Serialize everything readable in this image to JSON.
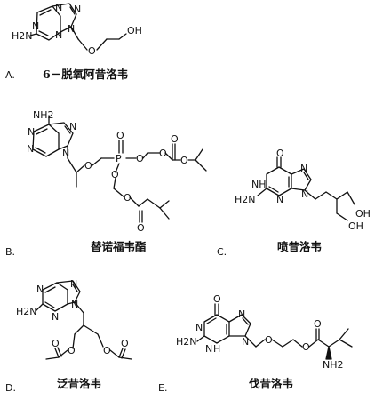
{
  "options": [
    {
      "letter": "A.",
      "name": "6－脱氧阿昔洛韦"
    },
    {
      "letter": "B.",
      "name": "替诺福韦酯"
    },
    {
      "letter": "C.",
      "name": "喷昔洛韦"
    },
    {
      "letter": "D.",
      "name": "泛昔洛韦"
    },
    {
      "letter": "E.",
      "name": "伐昔洛韦"
    }
  ],
  "atoms": {
    "N": "N",
    "NH": "NH",
    "H2N": "H2N",
    "NH2": "NH2",
    "OH": "OH",
    "O": "O",
    "P": "P",
    "H": "H"
  }
}
